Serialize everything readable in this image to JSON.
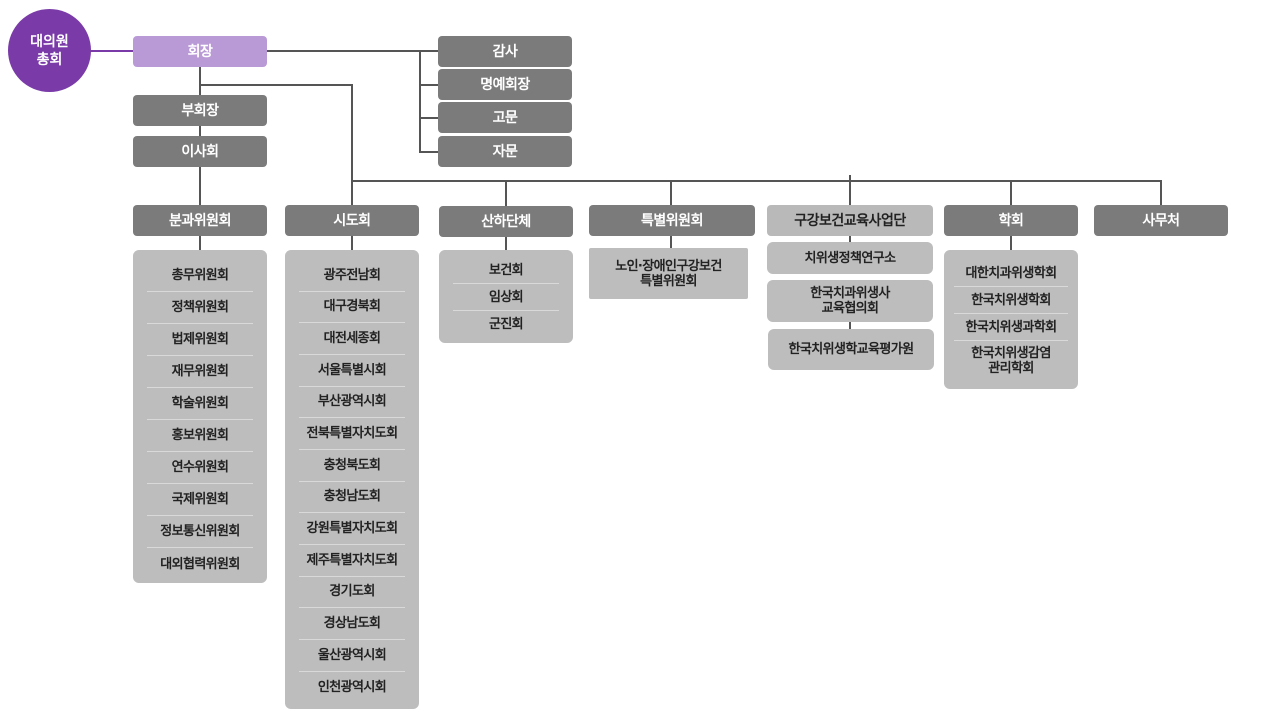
{
  "assembly": "대의원\n총회",
  "president": "회장",
  "advisors": [
    "감사",
    "명예회장",
    "고문",
    "자문"
  ],
  "vice_president": "부회장",
  "board": "이사회",
  "divisions": {
    "committees": {
      "title": "분과위원회",
      "items": [
        "총무위원회",
        "정책위원회",
        "법제위원회",
        "재무위원회",
        "학술위원회",
        "홍보위원회",
        "연수위원회",
        "국제위원회",
        "정보통신위원회",
        "대외협력위원회"
      ]
    },
    "regions": {
      "title": "시도회",
      "items": [
        "광주전남회",
        "대구경북회",
        "대전세종회",
        "서울특별시회",
        "부산광역시회",
        "전북특별자치도회",
        "충청북도회",
        "충청남도회",
        "강원특별자치도회",
        "제주특별자치도회",
        "경기도회",
        "경상남도회",
        "울산광역시회",
        "인천광역시회"
      ]
    },
    "affiliates": {
      "title": "산하단체",
      "items": [
        "보건회",
        "임상회",
        "군진회"
      ]
    },
    "special": {
      "title": "특별위원회",
      "items": [
        "노인·장애인구강보건\n특별위원회"
      ]
    },
    "oral_health": {
      "title": "구강보건교육사업단",
      "items": [
        "치위생정책연구소",
        "한국치과위생사\n교육협의회",
        "한국치위생학교육평가원"
      ]
    },
    "societies": {
      "title": "학회",
      "items": [
        "대한치과위생학회",
        "한국치위생학회",
        "한국치위생과학회",
        "한국치위생감염\n관리학회"
      ]
    },
    "secretariat": {
      "title": "사무처"
    }
  },
  "colors": {
    "purple": "#7a3ba8",
    "lilac": "#b99ad6",
    "dark_gray": "#7b7b7b",
    "light_gray": "#bdbdbd"
  }
}
